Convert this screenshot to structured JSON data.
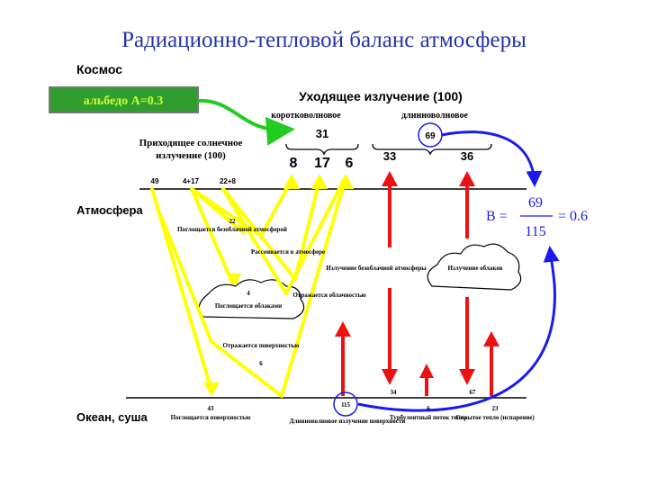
{
  "title": "Радиационно-тепловой баланс атмосферы",
  "labels": {
    "space": "Космос",
    "atmosphere": "Атмосфера",
    "surface": "Океан, суша",
    "albedo": "альбедо  А=0.3",
    "outgoing": "Уходящее излучение (100)",
    "shortwave": "коротковолновое",
    "longwave": "длинноволновое",
    "incoming_line1": "Приходящее солнечное",
    "incoming_line2": "излучение (100)",
    "formula_lhs": "B =",
    "formula_num": "69",
    "formula_den": "115",
    "formula_rhs": "= 0.6"
  },
  "values": {
    "short_total": "31",
    "long_total": "69",
    "s1": "8",
    "s2": "17",
    "s3": "6",
    "l1": "33",
    "l2": "36",
    "in1": "49",
    "in2": "4+17",
    "in3": "22+8",
    "absorbed_surface": "43",
    "longwave_surface": "115",
    "v34": "34",
    "v6": "6",
    "v67": "67",
    "v23": "23"
  },
  "notes": {
    "scattered_22": "22",
    "scattered_22_text": "Поглощается безоблачной атмосферой",
    "scattered_atm": "Рассеивается в атмосфере",
    "cloud_absorbed_val": "4",
    "cloud_absorbed": "Поглощается облаками",
    "clouds_reflect": "Отражается облачностью",
    "surface_reflect": "Отражается поверхностью",
    "surface_reflect_val": "6",
    "clear_atm_emission": "Излучение безоблачной атмосферы",
    "cloud_emission": "Излучение облаков",
    "absorbed_surface_text": "Поглощается поверхностью",
    "longwave_surface_text": "Длинноволновое излучение поверхности",
    "turbulent": "Турбулентный поток тепла",
    "latent": "Скрытое тепло (испарение)"
  },
  "colors": {
    "title": "#2233aa",
    "albedo_bg": "#2f9e2f",
    "albedo_text": "#ccff33",
    "green": "#22cc22",
    "yellow": "#ffff00",
    "red": "#ee1111",
    "blue": "#1a1aee"
  }
}
